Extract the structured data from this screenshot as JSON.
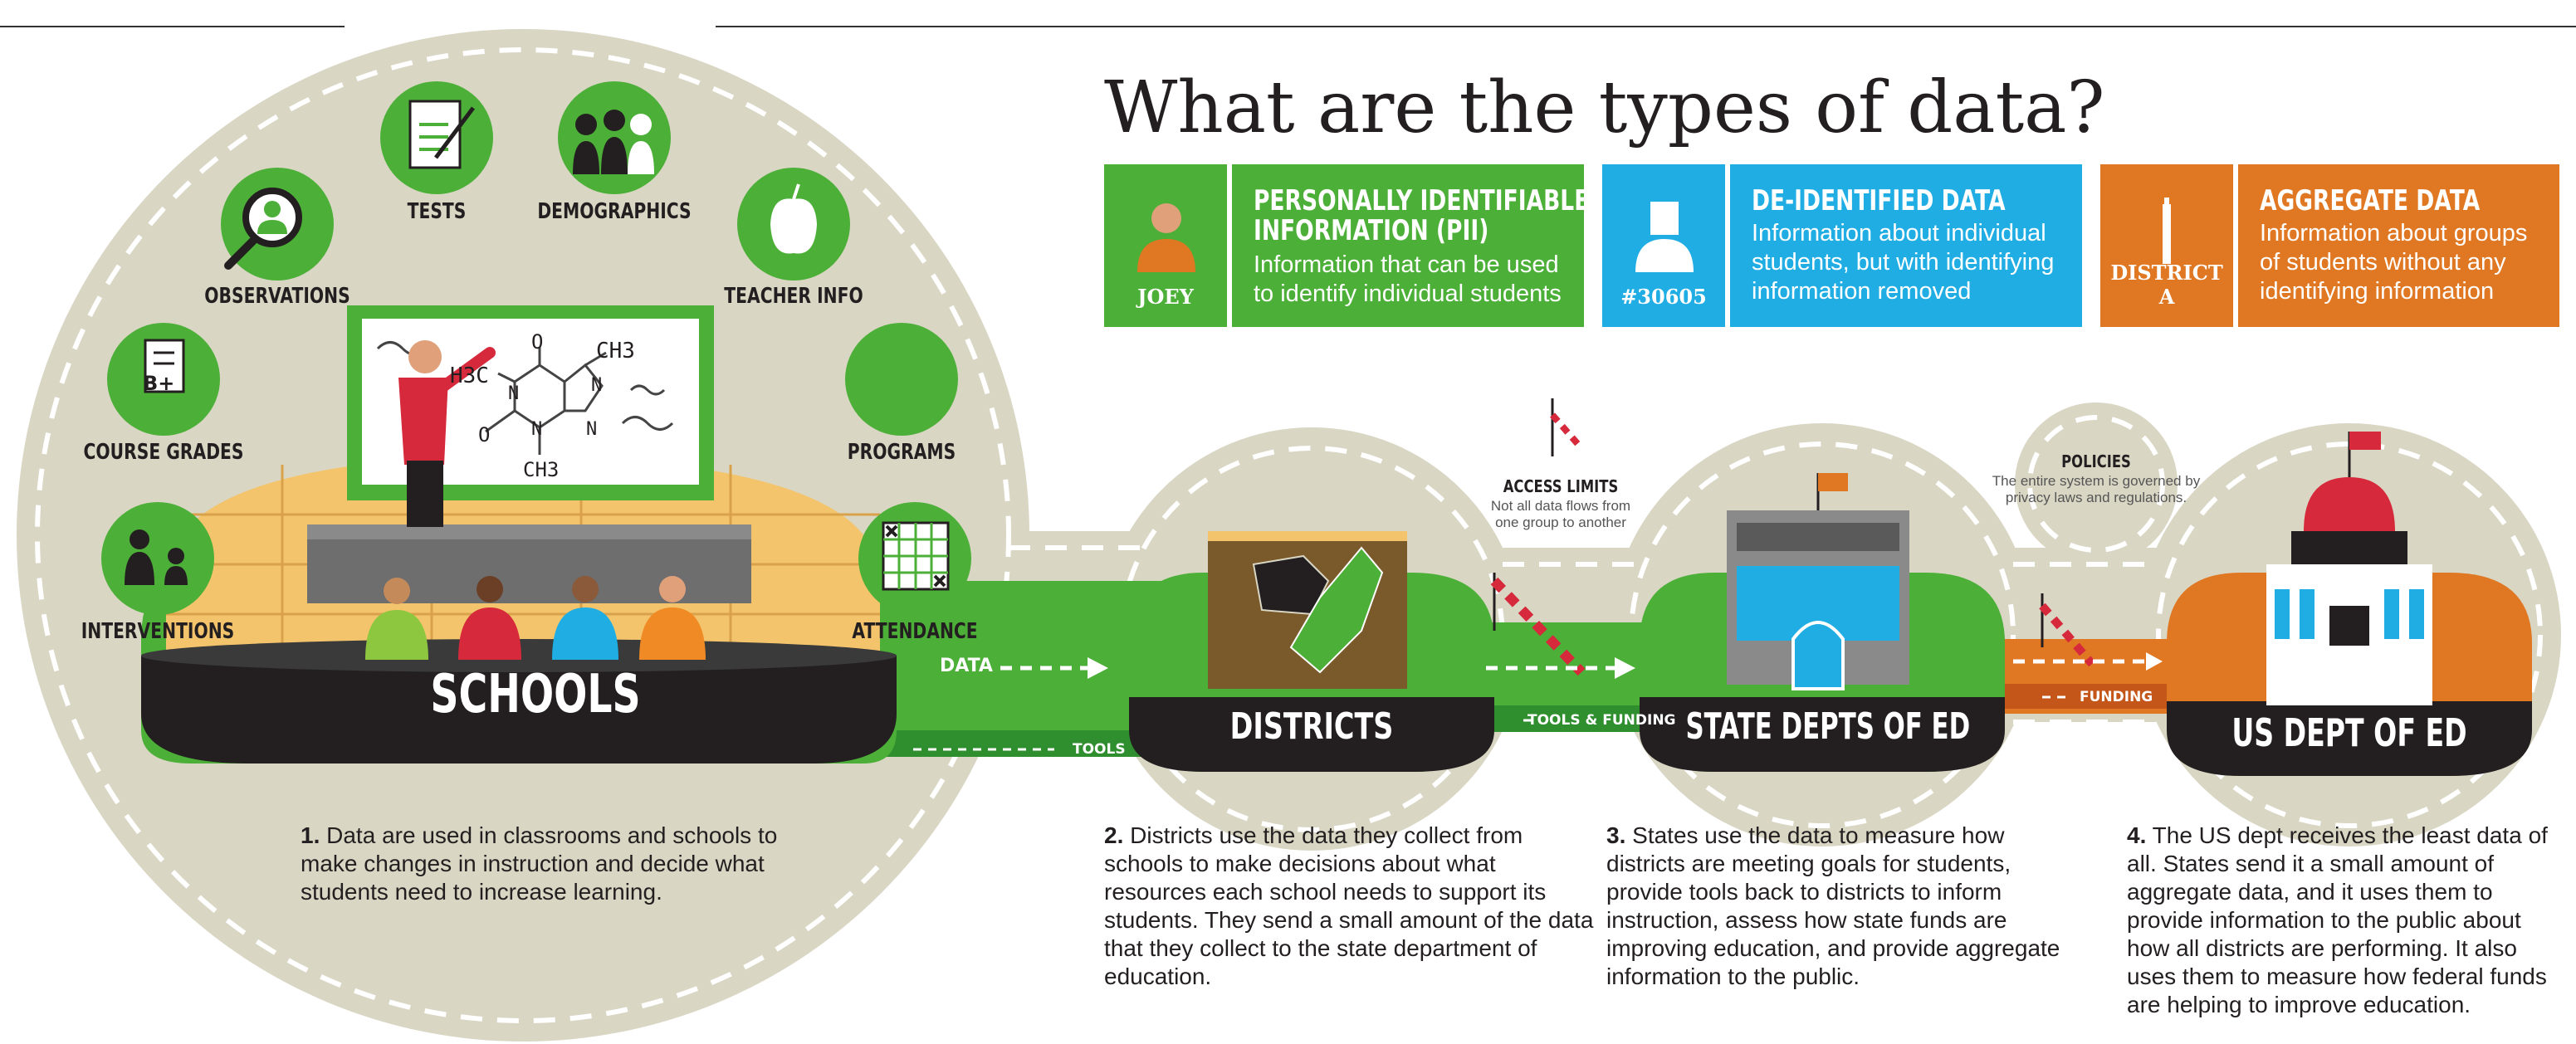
{
  "title": "What are the types of data?",
  "data_types": [
    {
      "title_line1": "PERSONALLY IDENTIFIABLE",
      "title_line2": "INFORMATION (PII)",
      "description": "Information that can be used to identify individual students",
      "tag": "JOEY",
      "color": "#4caf38"
    },
    {
      "title_line1": "DE-IDENTIFIED DATA",
      "title_line2": "",
      "description": "Information about individual students, but with identifying information removed",
      "tag": "#30605",
      "color": "#1fade4"
    },
    {
      "title_line1": "AGGREGATE DATA",
      "title_line2": "",
      "description": "Information about groups of students without any identifying information",
      "tag": "DISTRICT A",
      "color": "#e07722"
    }
  ],
  "school_categories": {
    "tests": "TESTS",
    "demographics": "DEMOGRAPHICS",
    "observations": "OBSERVATIONS",
    "teacher_info": "TEACHER INFO",
    "course_grades": "COURSE GRADES",
    "programs": "PROGRAMS",
    "interventions": "INTERVENTIONS",
    "attendance": "ATTENDANCE"
  },
  "stages": {
    "schools": "SCHOOLS",
    "districts": "DISTRICTS",
    "state": "STATE DEPTS OF ED",
    "us": "US DEPT OF ED"
  },
  "flows": {
    "data": "DATA",
    "tools": "TOOLS",
    "tools_funding": "TOOLS & FUNDING",
    "funding": "FUNDING"
  },
  "access_limits": {
    "title": "ACCESS LIMITS",
    "note": "Not all data flows from one group to another"
  },
  "policies": {
    "title": "POLICIES",
    "note": "The entire system is governed by privacy laws and regulations."
  },
  "descriptions": [
    {
      "num": "1.",
      "text": "Data are used in classrooms and schools to make changes in instruction and decide what students need to increase learning."
    },
    {
      "num": "2.",
      "text": "Districts use the data they collect from schools to make decisions about what resources each school needs to support its students. They send a small amount of the data that they collect to the state department of education."
    },
    {
      "num": "3.",
      "text": "States use the data to measure how districts are meeting goals for students, provide tools back to districts to inform instruction, assess how state funds are improving education, and provide aggregate information to the public."
    },
    {
      "num": "4.",
      "text": "The US dept receives the least data of all. States send it a small amount of aggregate data, and it uses them to provide information to the public about how all districts are performing. It also uses them to measure how federal funds are helping to improve education."
    }
  ],
  "board": {
    "ch3_top": "CH3",
    "h3c": "H3C",
    "o_top": "O",
    "o_left": "O",
    "n1": "N",
    "n2": "N",
    "n3": "N",
    "n4": "N",
    "ch3_bottom": "CH3"
  },
  "grade_badge": "B+",
  "colors": {
    "green": "#4caf38",
    "dark_green": "#2f8f2f",
    "blue": "#1fade4",
    "orange": "#e07722",
    "tan": "#d9d6c4",
    "dark": "#231f20"
  }
}
